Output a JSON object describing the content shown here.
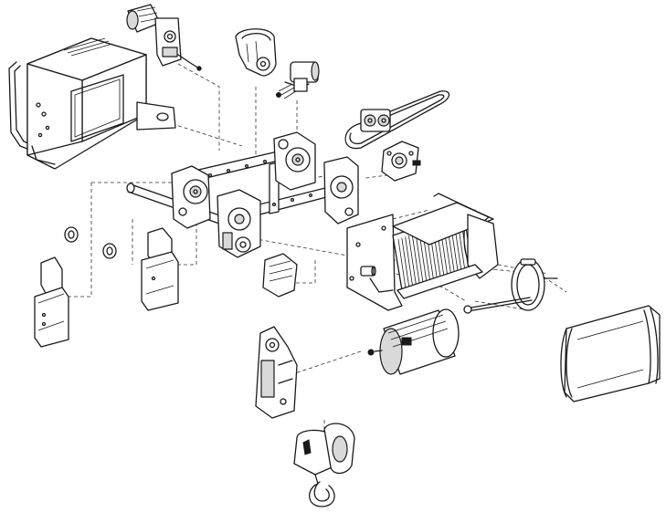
{
  "diagram": {
    "type": "exploded-assembly",
    "parts": [
      {
        "id": "control-enclosure",
        "shape": "box-with-handle"
      },
      {
        "id": "trolley-motor",
        "shape": "geared-motor"
      },
      {
        "id": "hanger-clamp",
        "shape": "clamp"
      },
      {
        "id": "limit-switch",
        "shape": "switch"
      },
      {
        "id": "drive-belt",
        "shape": "belt-with-pulley"
      },
      {
        "id": "gearbox-small",
        "shape": "gearbox"
      },
      {
        "id": "trolley-frame",
        "shape": "frame-with-wheels"
      },
      {
        "id": "rope-drum",
        "shape": "grooved-drum"
      },
      {
        "id": "drum-end-ring",
        "shape": "ring"
      },
      {
        "id": "drum-cover",
        "shape": "curved-cover"
      },
      {
        "id": "hoist-motor",
        "shape": "cylinder-motor"
      },
      {
        "id": "gear-reducer",
        "shape": "reducer-housing"
      },
      {
        "id": "brake-cover",
        "shape": "cover"
      },
      {
        "id": "bumper-left",
        "shape": "buffer-block"
      },
      {
        "id": "bumper-right",
        "shape": "buffer-block"
      },
      {
        "id": "hook-block",
        "shape": "hook"
      }
    ],
    "colors": {
      "line": "#1a1a1a",
      "fill": "#ffffff",
      "shade": "#d9d9d9"
    }
  }
}
